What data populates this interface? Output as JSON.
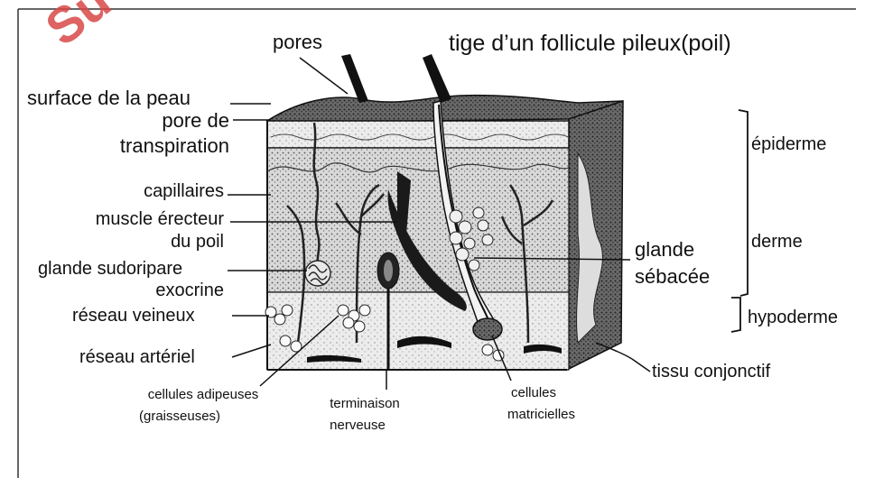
{
  "diagram": {
    "watermark": "Su",
    "labels": {
      "pores": "pores",
      "hair_shaft": "tige d’un follicule pileux(poil)",
      "skin_surface": "surface de la peau",
      "sweat_pore_1": "pore de",
      "sweat_pore_2": "transpiration",
      "capillaries": "capillaires",
      "erector_muscle_1": "muscle érecteur",
      "erector_muscle_2": "du poil",
      "sweat_gland_1": "glande sudoripare",
      "sweat_gland_2": "exocrine",
      "venous_network": "réseau veineux",
      "arterial_network": "réseau artériel",
      "adipose_cells_1": "cellules adipeuses",
      "adipose_cells_2": "(graisseuses)",
      "nerve_ending_1": "terminaison",
      "nerve_ending_2": "nerveuse",
      "matrix_cells_1": "cellules",
      "matrix_cells_2": "matricielles",
      "sebaceous_gland_1": "glande",
      "sebaceous_gland_2": "sébacée",
      "connective_tissue": "tissu conjonctif",
      "epidermis": "épiderme",
      "dermis": "derme",
      "hypodermis": "hypoderme"
    }
  }
}
